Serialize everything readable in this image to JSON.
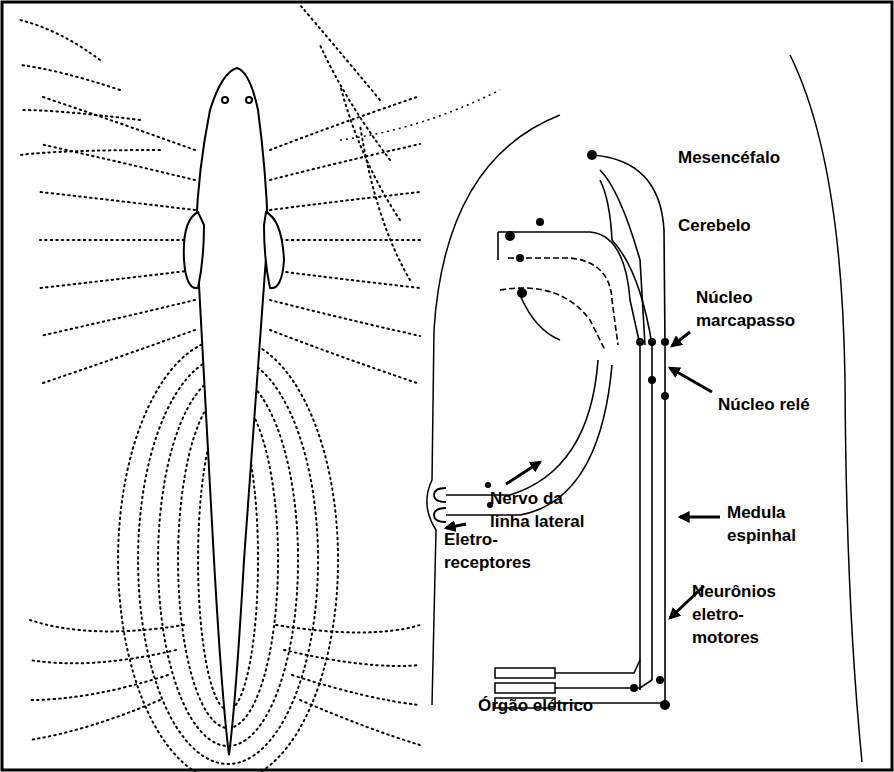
{
  "diagram": {
    "labels": [
      "Mesencéfalo",
      "Cerebelo",
      "Núcleo marcapasso",
      "Núcleo relé",
      "Nervo da linha lateral",
      "Eletro- receptores",
      "Medula espinhal",
      "Neurônios eletro- motores",
      "Órgão elétrico"
    ]
  }
}
